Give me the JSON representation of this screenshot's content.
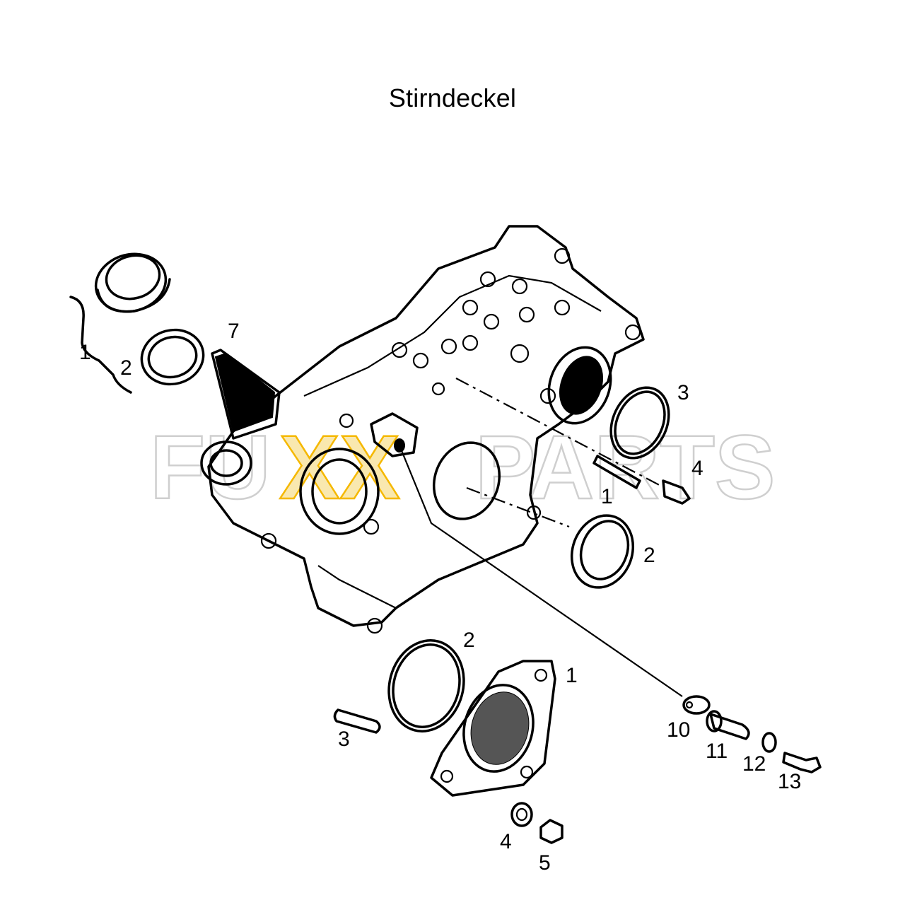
{
  "title": "Stirndeckel",
  "watermark": {
    "left": "FU",
    "middle": "XX",
    "right": "PARTS",
    "color_outline": "#cfcfcf",
    "color_accent": "#f5b800"
  },
  "callouts": {
    "upper_bearing_set": "1",
    "upper_bearing_ring": "2",
    "bracket": "7",
    "oring_right": "3",
    "pin_right": "4",
    "seal_mid": "1",
    "seal_right": "2",
    "cover_oring": "2",
    "cover_plate": "1",
    "pin_bottom": "3",
    "washer_bottom": "4",
    "nut_bottom": "5",
    "banjo_gasket": "10",
    "banjo_fitting": "11",
    "banjo_washer": "12",
    "banjo_bolt": "13"
  }
}
